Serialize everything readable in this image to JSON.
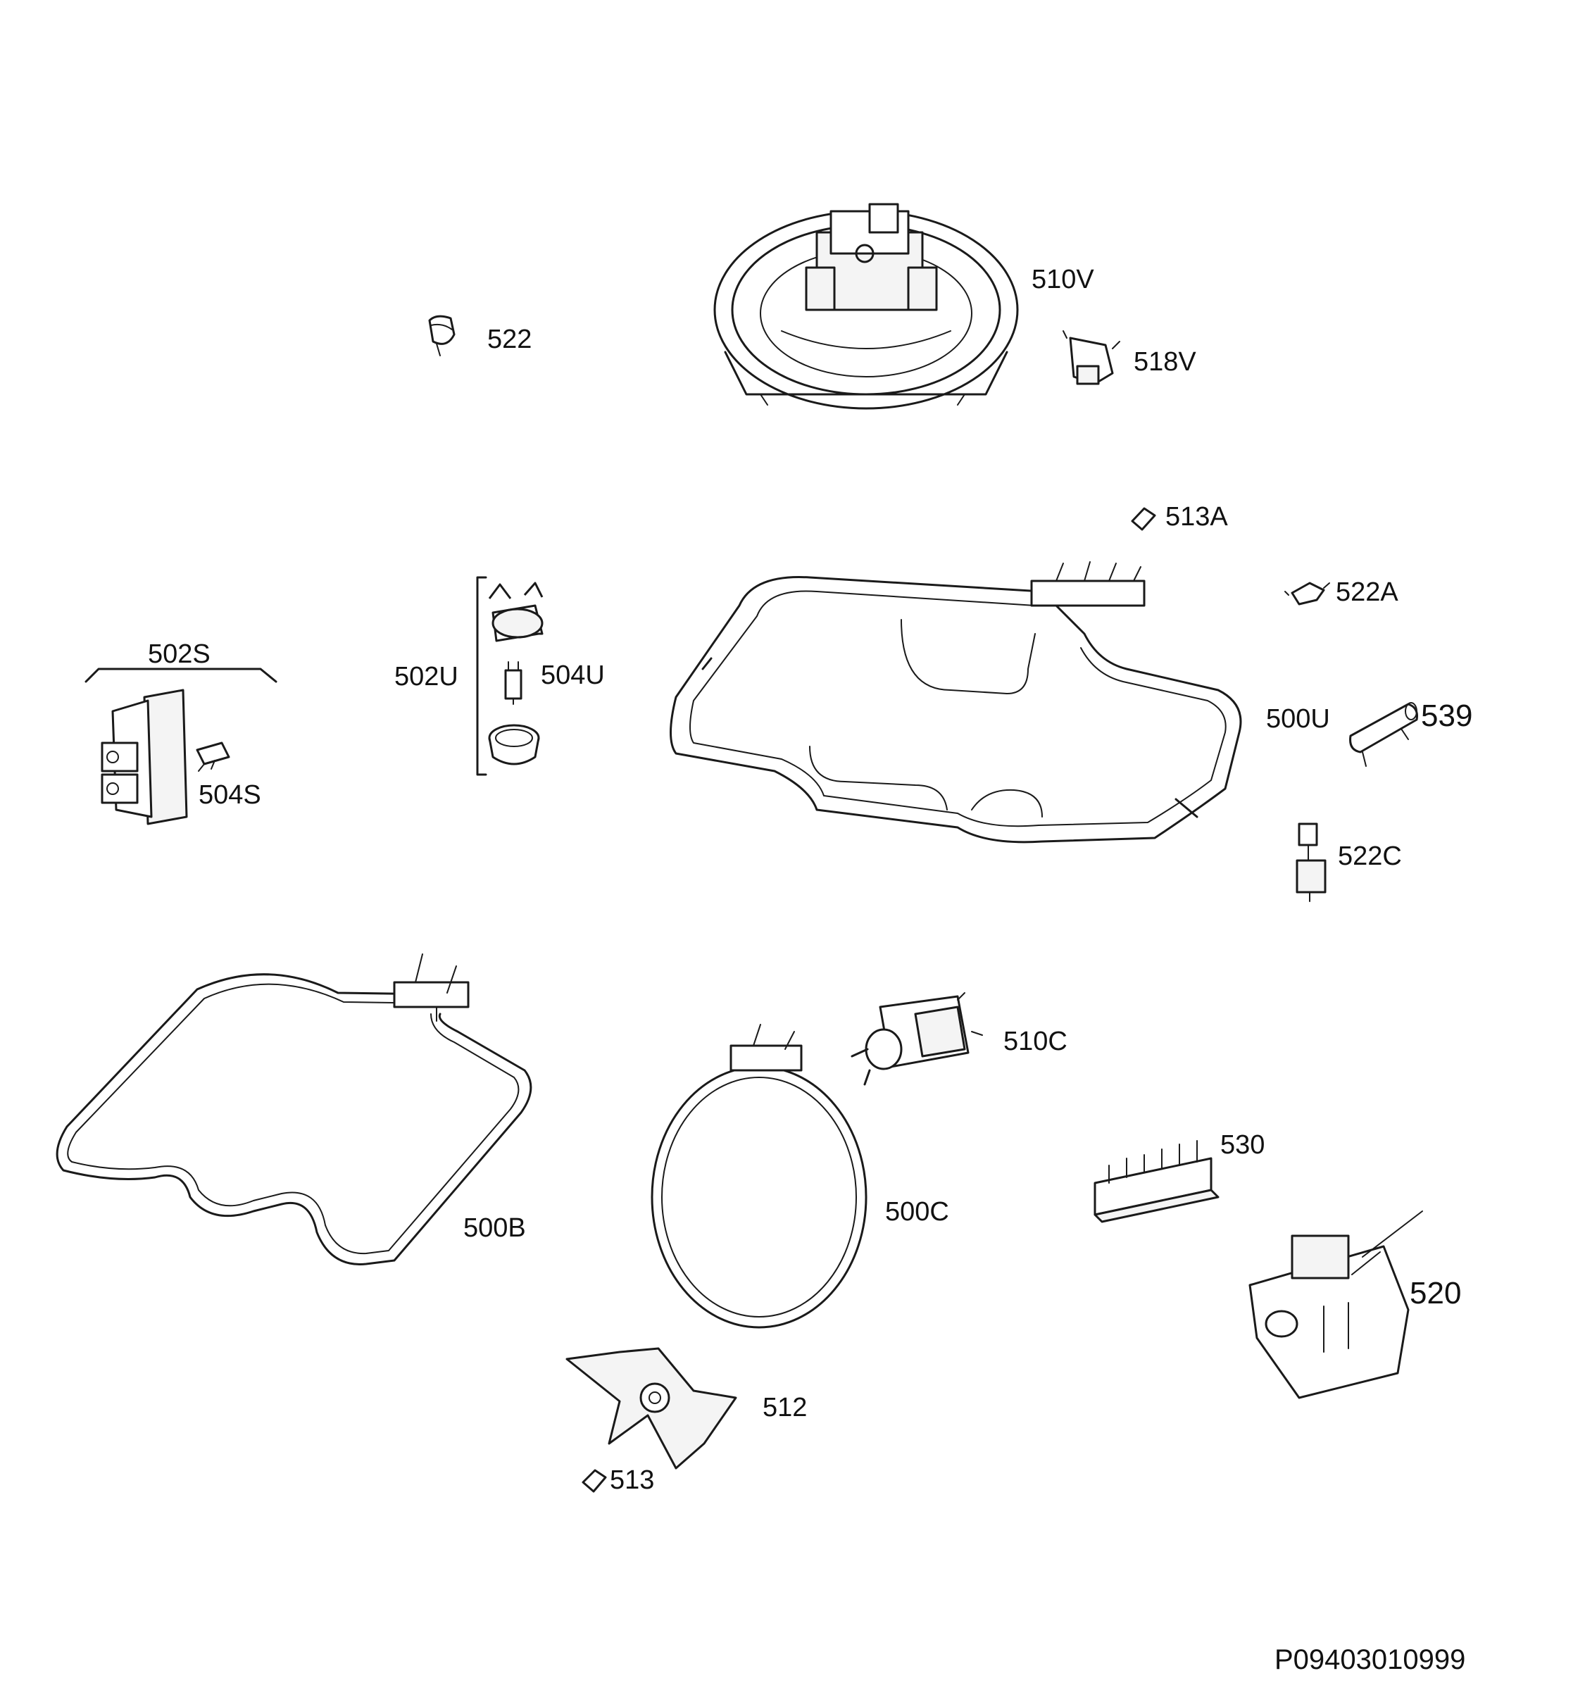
{
  "diagram": {
    "parts": [
      {
        "id": "510V"
      },
      {
        "id": "522"
      },
      {
        "id": "518V"
      },
      {
        "id": "513A"
      },
      {
        "id": "522A"
      },
      {
        "id": "502S"
      },
      {
        "id": "502U"
      },
      {
        "id": "504U"
      },
      {
        "id": "504S"
      },
      {
        "id": "500U"
      },
      {
        "id": "539"
      },
      {
        "id": "522C"
      },
      {
        "id": "510C"
      },
      {
        "id": "530"
      },
      {
        "id": "500B"
      },
      {
        "id": "500C"
      },
      {
        "id": "520"
      },
      {
        "id": "512"
      },
      {
        "id": "513"
      }
    ],
    "document_code": "P09403010999"
  }
}
